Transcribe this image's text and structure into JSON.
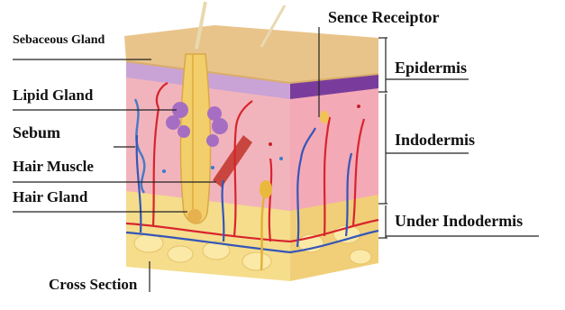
{
  "labels": {
    "sebaceous_gland": "Sebaceous Gland",
    "lipid_gland": "Lipid Gland",
    "sebum": "Sebum",
    "hair_muscle": "Hair Muscle",
    "hair_gland": "Hair Gland",
    "cross_section": "Cross Section",
    "sence_receiptor": "Sence Receiptor",
    "epidermis": "Epidermis",
    "indodermis": "Indodermis",
    "under_indodermis": "Under Indodermis"
  },
  "colors": {
    "epidermis_top": "#e9c48a",
    "epidermis_layer": "#c9a3d6",
    "dermis": "#f2b4bc",
    "dermis_side": "#f4a9b6",
    "fat": "#f5dd8c",
    "artery": "#d8242e",
    "vein": "#3556b8",
    "hair": "#f2cf6a",
    "gland": "#a66ec2",
    "line": "#222222"
  }
}
